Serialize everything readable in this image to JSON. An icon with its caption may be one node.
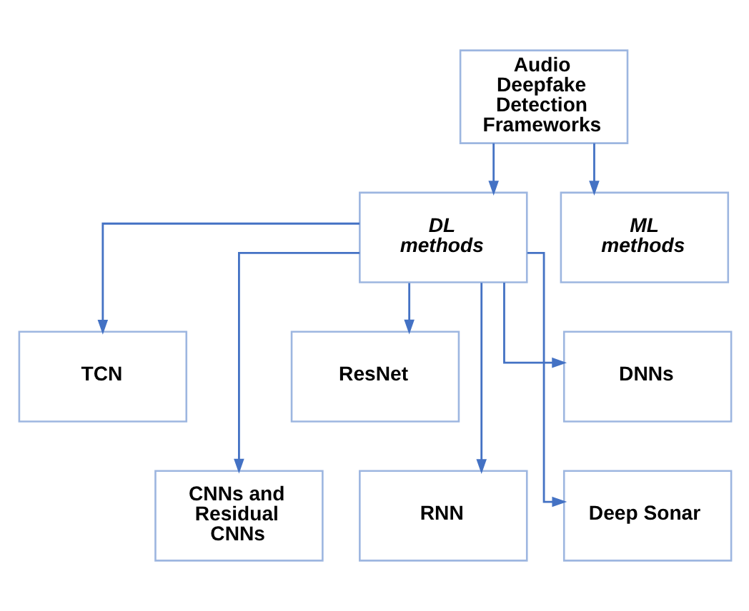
{
  "diagram": {
    "nodes": [
      {
        "text": [
          "Audio Deepfake Detection Frameworks"
        ]
      },
      {
        "text": [
          "DL methods"
        ]
      },
      {
        "text": [
          "ML methods"
        ]
      },
      {
        "text": [
          "TCN"
        ]
      },
      {
        "text": [
          "ResNet"
        ]
      },
      {
        "text": [
          "DNNs"
        ]
      },
      {
        "text": [
          "CNNs and Residual CNNs"
        ]
      },
      {
        "text": [
          "RNN"
        ]
      },
      {
        "text": [
          "Deep Sonar"
        ]
      }
    ],
    "edges": [
      {
        "from": 0,
        "to": 1,
        "arrow": "to"
      },
      {
        "from": 0,
        "to": 2,
        "arrow": "to"
      },
      {
        "from": 1,
        "to": 3,
        "arrow": "to"
      },
      {
        "from": 1,
        "to": 4,
        "arrow": "to"
      },
      {
        "from": 1,
        "to": 5,
        "arrow": "to"
      },
      {
        "from": 1,
        "to": 6,
        "arrow": "to"
      },
      {
        "from": 1,
        "to": 7,
        "arrow": "to"
      },
      {
        "from": 1,
        "to": 8,
        "arrow": "to"
      }
    ]
  }
}
